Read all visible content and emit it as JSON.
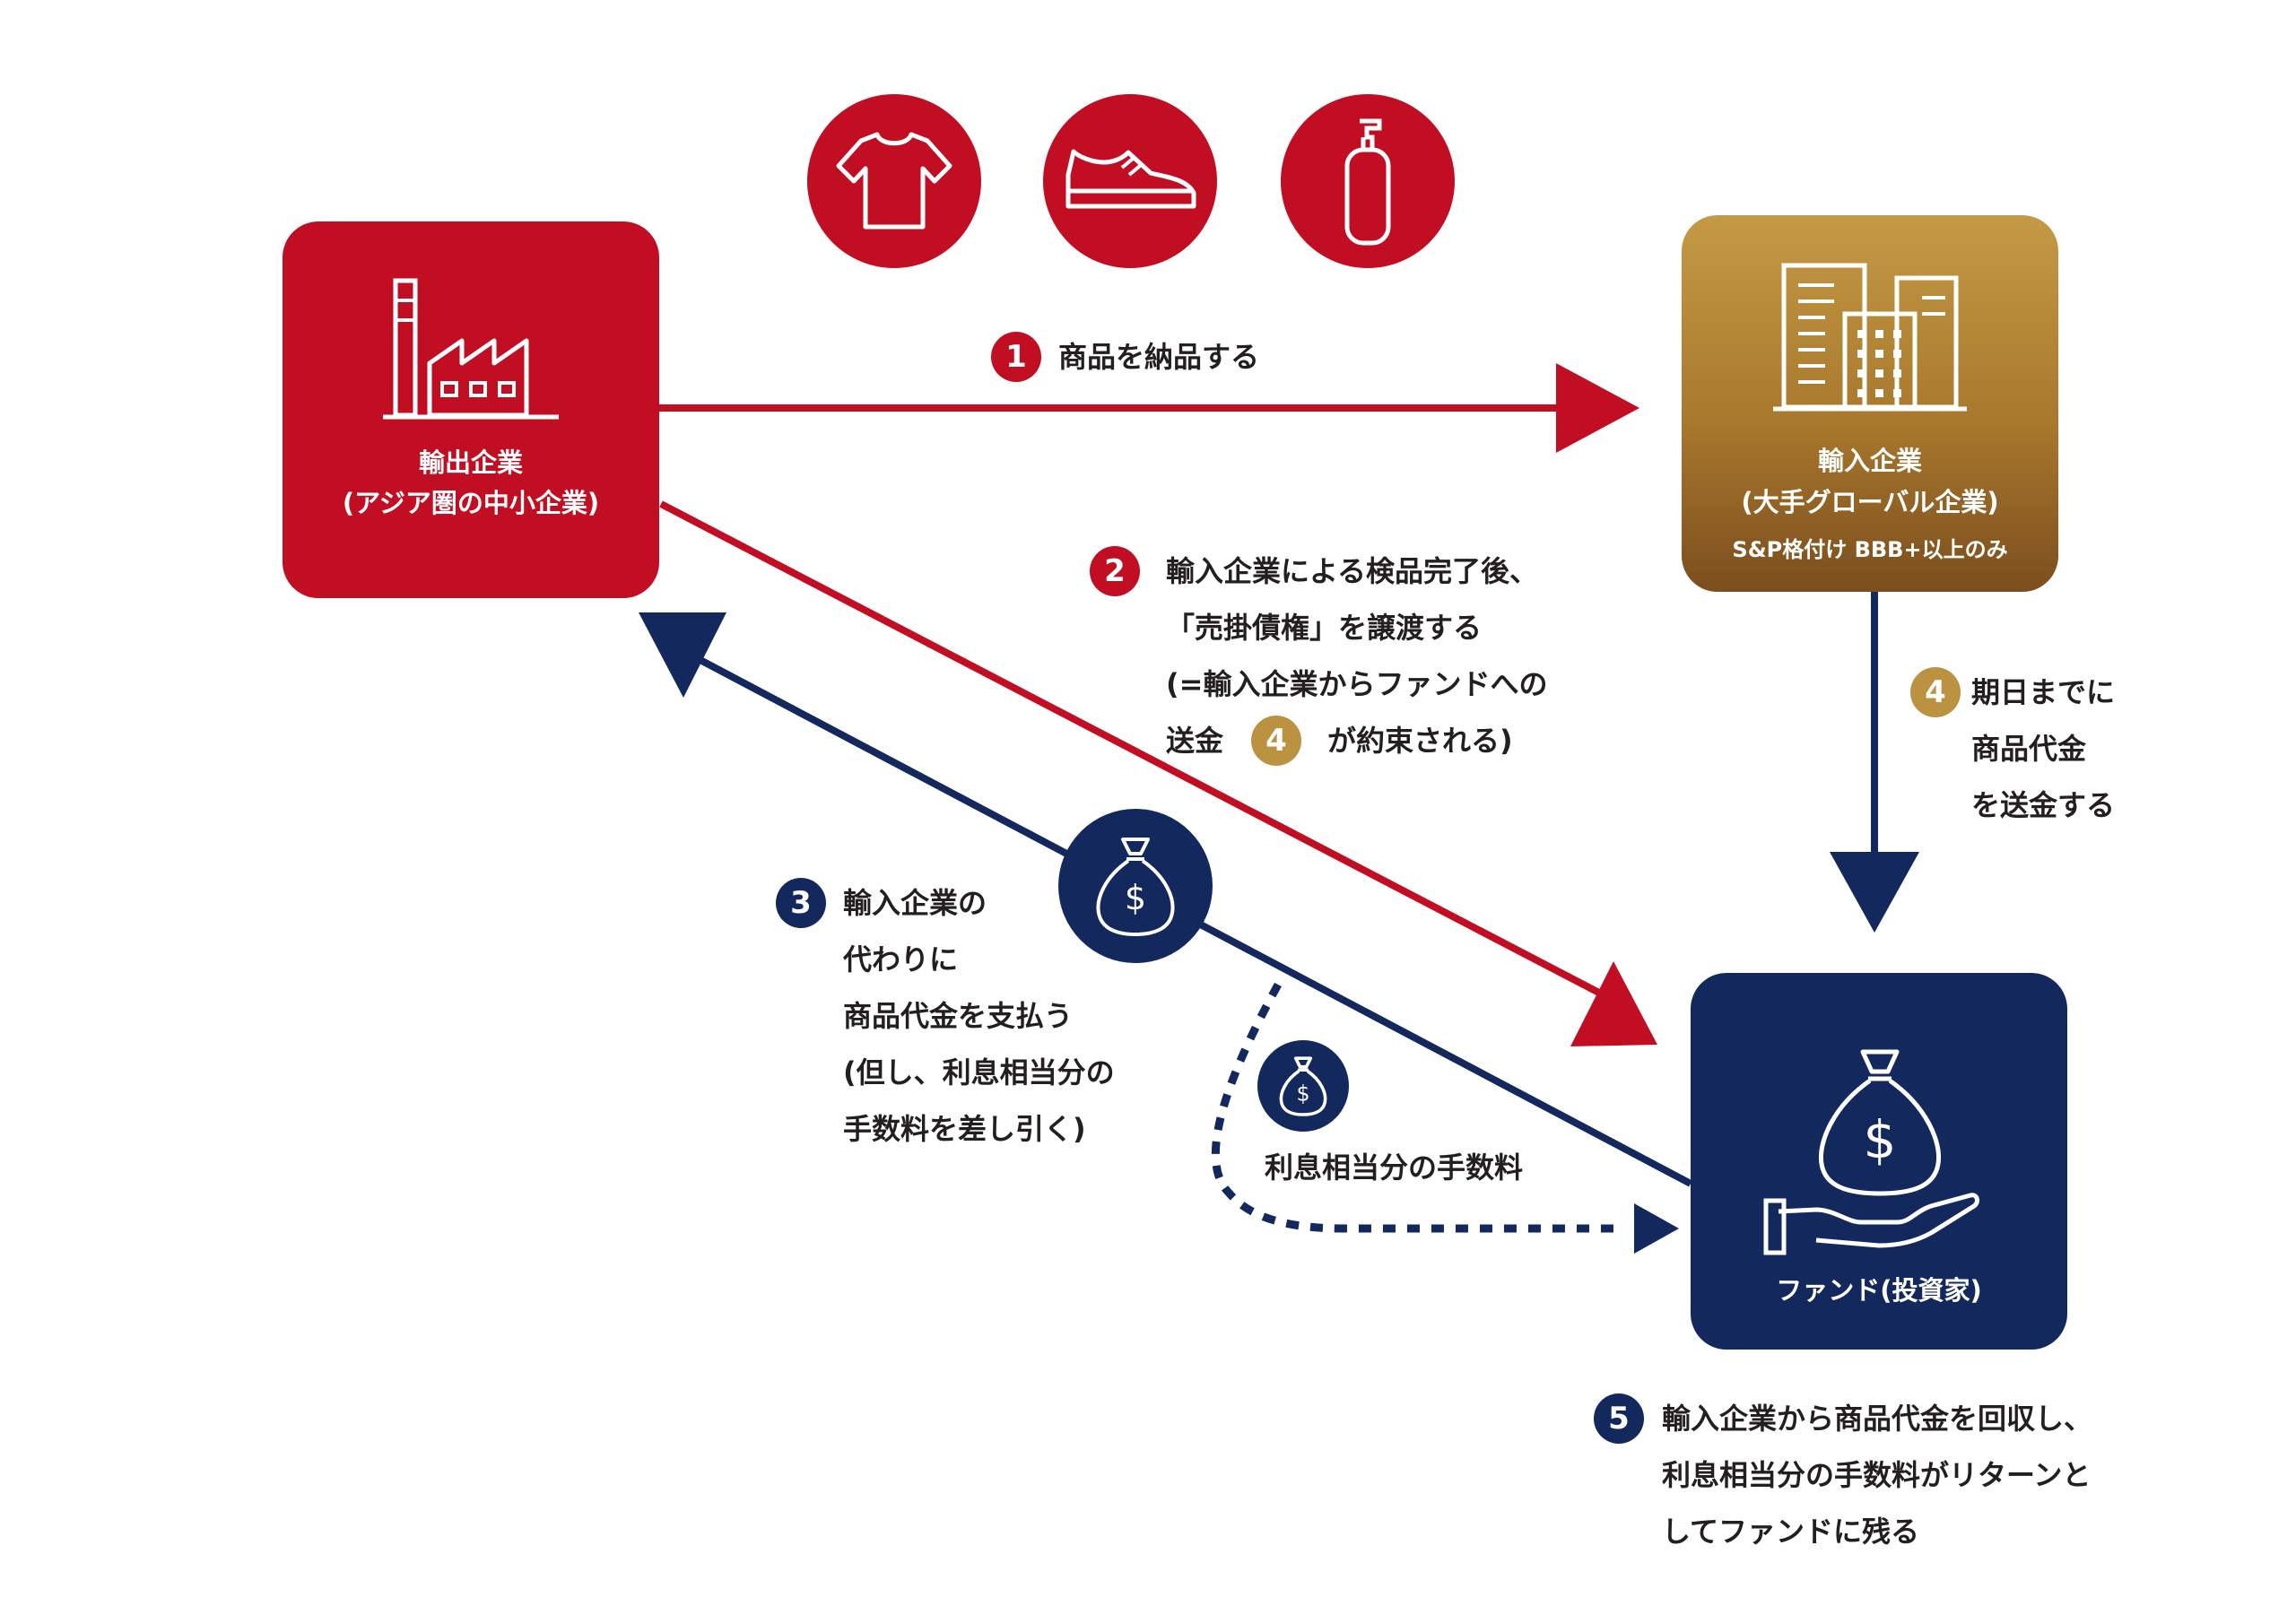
{
  "colors": {
    "red": "#c10e23",
    "navy": "#13285d",
    "gold": "#bb9240",
    "text": "#231f20"
  },
  "products": [
    {
      "icon": "tshirt-icon"
    },
    {
      "icon": "sneaker-icon"
    },
    {
      "icon": "bottle-icon"
    }
  ],
  "exporter": {
    "icon": "factory-icon",
    "title": "輸出企業",
    "subtitle": "(アジア圏の中小企業)"
  },
  "importer": {
    "icon": "office-building-icon",
    "title": "輸入企業",
    "subtitle": "(大手グローバル企業)",
    "note": "S&P格付け BBB+以上のみ"
  },
  "fund": {
    "icon": "hand-money-bag-icon",
    "title": "ファンド(投資家)"
  },
  "steps": {
    "s1": {
      "num": "1",
      "lines": [
        "商品を納品する"
      ]
    },
    "s2": {
      "num": "2",
      "lines": [
        "輸入企業による検品完了後、",
        "「売掛債権」を譲渡する",
        "(=輸入企業からファンドへの"
      ],
      "last_pre": "送金",
      "last_num": "4",
      "last_post": "が約束される)"
    },
    "s3": {
      "num": "3",
      "lines": [
        "輸入企業の",
        "代わりに",
        "商品代金を支払う",
        "(但し、利息相当分の",
        "手数料を差し引く)"
      ]
    },
    "s4": {
      "num": "4",
      "lines": [
        "期日までに",
        "商品代金",
        "を送金する"
      ]
    },
    "s5": {
      "num": "5",
      "lines": [
        "輸入企業から商品代金を回収し、",
        "利息相当分の手数料がリターンと",
        "してファンドに残る"
      ]
    }
  },
  "fee_label": "利息相当分の手数料"
}
